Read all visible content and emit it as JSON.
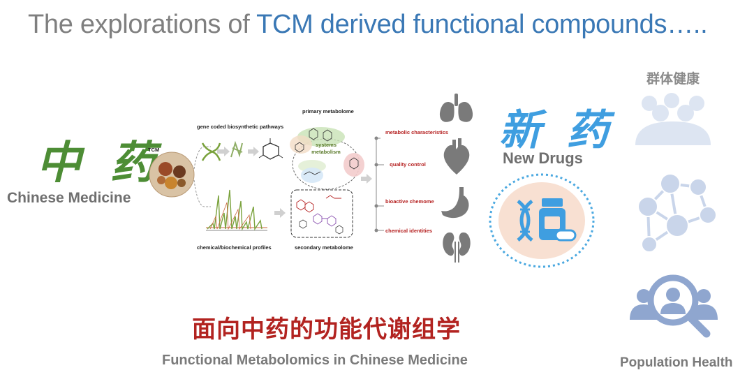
{
  "title": {
    "prefix": "The explorations of ",
    "highlight": "TCM derived functional compounds….."
  },
  "left": {
    "chinese_chars": "中 药",
    "label": "Chinese Medicine"
  },
  "diagram": {
    "tcm_label": "TCM",
    "gene_label": "gene coded biosynthetic pathways",
    "primary_label": "primary metabolome",
    "systems_label": "systems metabolism",
    "profiles_label": "chemical/biochemical profiles",
    "secondary_label": "secondary metabolome",
    "outputs": [
      "metabolic characteristics",
      "quality control",
      "bioactive chemome",
      "chemical identities"
    ]
  },
  "new_drugs": {
    "chinese_chars": "新 药",
    "label": "New Drugs"
  },
  "footer": {
    "chinese_title": "面向中药的功能代谢组学",
    "english_title": "Functional Metabolomics in Chinese Medicine"
  },
  "right": {
    "group_health_label": "群体健康",
    "population_health_label": "Population Health"
  },
  "colors": {
    "accent_blue": "#3a78b5",
    "chinese_red": "#b22320",
    "herb_green": "#4d8d35",
    "drug_blue": "#3f9ee0",
    "icon_gray": "#7a7a7a",
    "pale_blue": "#c9d5ea"
  }
}
